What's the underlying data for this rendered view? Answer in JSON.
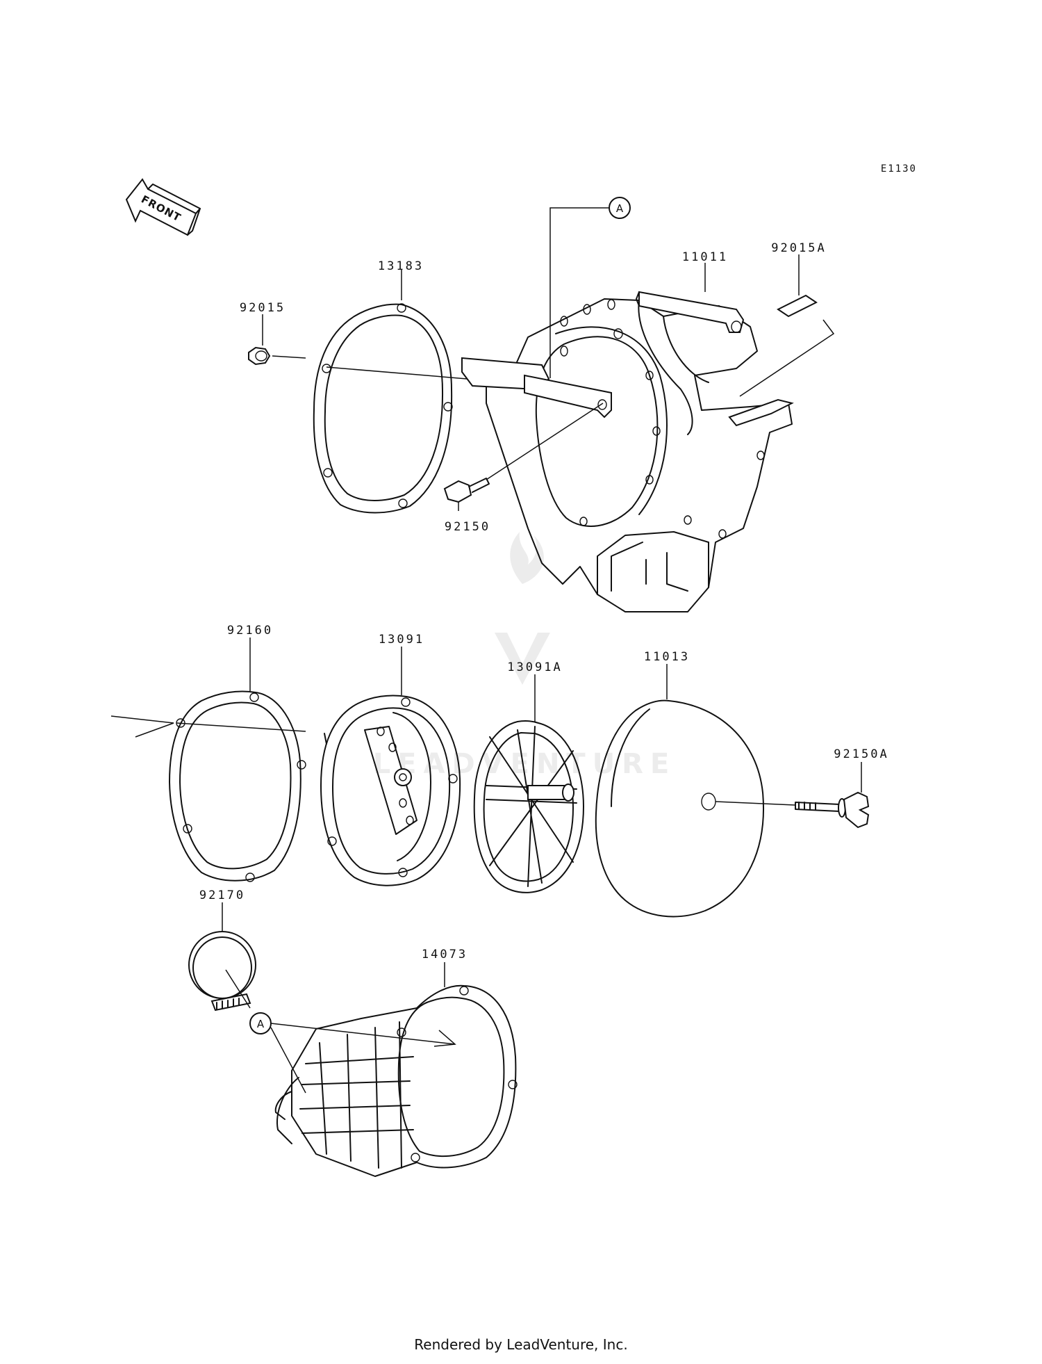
{
  "diagram": {
    "ref_code": "E1130",
    "front_label": "FRONT",
    "callout_letter": "A",
    "parts": [
      {
        "number": "13183"
      },
      {
        "number": "92015"
      },
      {
        "number": "11011"
      },
      {
        "number": "92015A"
      },
      {
        "number": "92150"
      },
      {
        "number": "92160"
      },
      {
        "number": "13091"
      },
      {
        "number": "13091A"
      },
      {
        "number": "11013"
      },
      {
        "number": "92150A"
      },
      {
        "number": "92170"
      },
      {
        "number": "14073"
      }
    ]
  },
  "watermark": {
    "text": "LEADVENTURE"
  },
  "footer": {
    "text": "Rendered by LeadVenture, Inc."
  }
}
